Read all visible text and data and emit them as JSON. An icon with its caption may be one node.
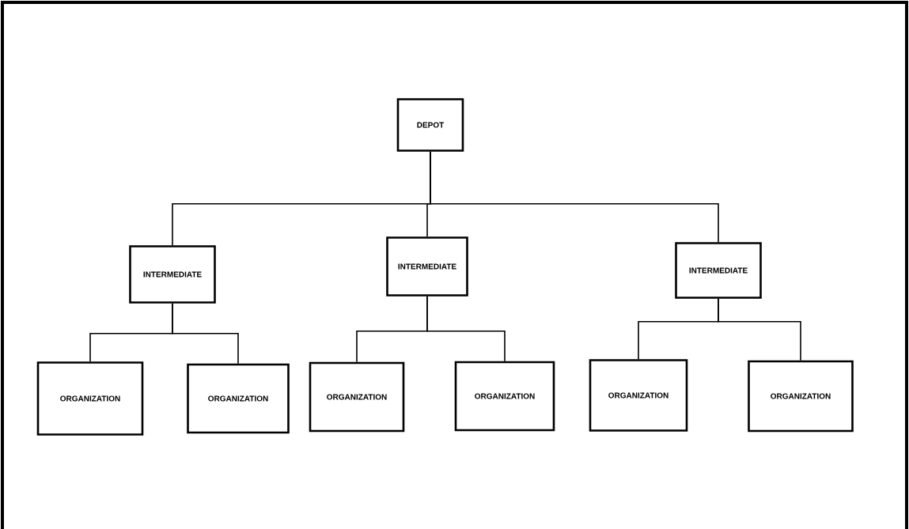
{
  "diagram": {
    "nodes": [
      {
        "text": [
          "DEPOT"
        ]
      },
      {
        "text": [
          "INTERMEDIATE"
        ]
      },
      {
        "text": [
          "INTERMEDIATE"
        ]
      },
      {
        "text": [
          "INTERMEDIATE"
        ]
      },
      {
        "text": [
          "ORGANIZATION"
        ]
      },
      {
        "text": [
          "ORGANIZATION"
        ]
      },
      {
        "text": [
          "ORGANIZATION"
        ]
      },
      {
        "text": [
          "ORGANIZATION"
        ]
      },
      {
        "text": [
          "ORGANIZATION"
        ]
      },
      {
        "text": [
          "ORGANIZATION"
        ]
      }
    ],
    "edges": [
      {
        "from": 0,
        "to": 1,
        "arrow": "none"
      },
      {
        "from": 0,
        "to": 2,
        "arrow": "none"
      },
      {
        "from": 0,
        "to": 3,
        "arrow": "none"
      },
      {
        "from": 1,
        "to": 4,
        "arrow": "none"
      },
      {
        "from": 1,
        "to": 5,
        "arrow": "none"
      },
      {
        "from": 2,
        "to": 6,
        "arrow": "none"
      },
      {
        "from": 2,
        "to": 7,
        "arrow": "none"
      },
      {
        "from": 3,
        "to": 8,
        "arrow": "none"
      },
      {
        "from": 3,
        "to": 9,
        "arrow": "none"
      }
    ]
  }
}
